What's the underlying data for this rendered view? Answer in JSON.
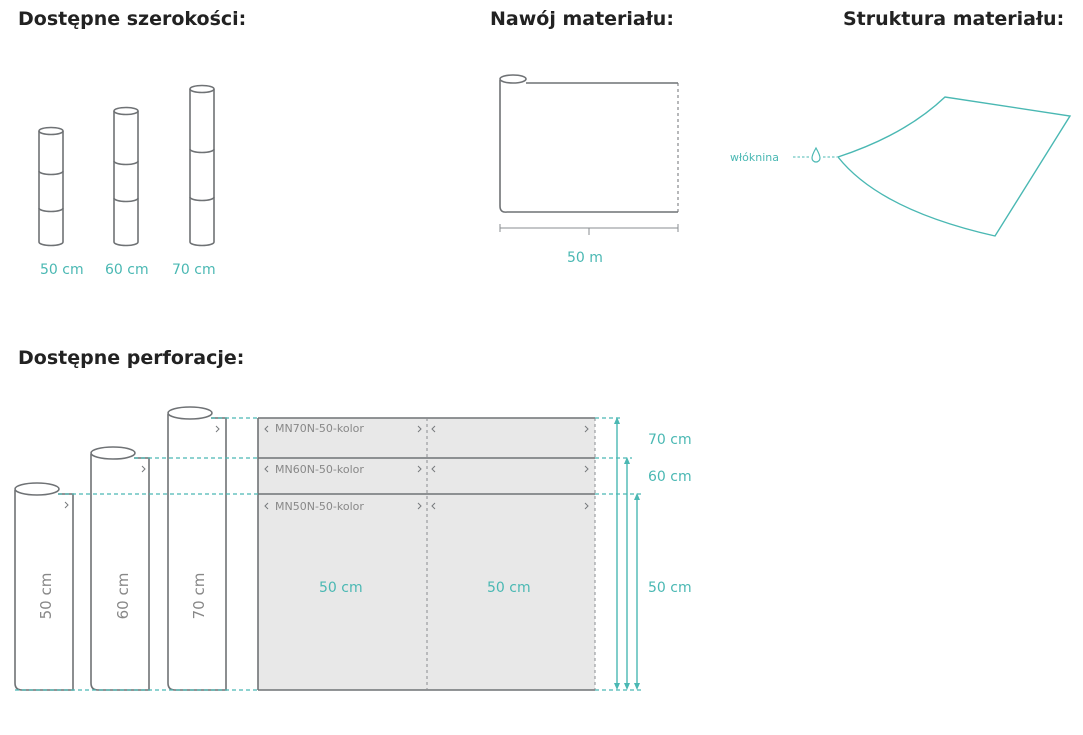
{
  "sections": {
    "widths_title": "Dostępne szerokości:",
    "roll_title": "Nawój materiału:",
    "structure_title": "Struktura materiału:",
    "perforation_title": "Dostępne perforacje:"
  },
  "widths": {
    "labels": [
      "50 cm",
      "60 cm",
      "70 cm"
    ]
  },
  "roll": {
    "length_label": "50 m"
  },
  "structure": {
    "layer_label": "włóknina"
  },
  "perforation": {
    "roll_labels": [
      "50 cm",
      "60 cm",
      "70 cm"
    ],
    "products": [
      "MN70N-50-kolor",
      "MN60N-50-kolor",
      "MN50N-50-kolor"
    ],
    "segment_labels": [
      "50 cm",
      "50 cm"
    ],
    "height_labels": [
      "70 cm",
      "60 cm",
      "50 cm"
    ]
  },
  "colors": {
    "accent": "#4ab8b3",
    "line": "#6f7275",
    "fill": "#e8e8e8"
  }
}
